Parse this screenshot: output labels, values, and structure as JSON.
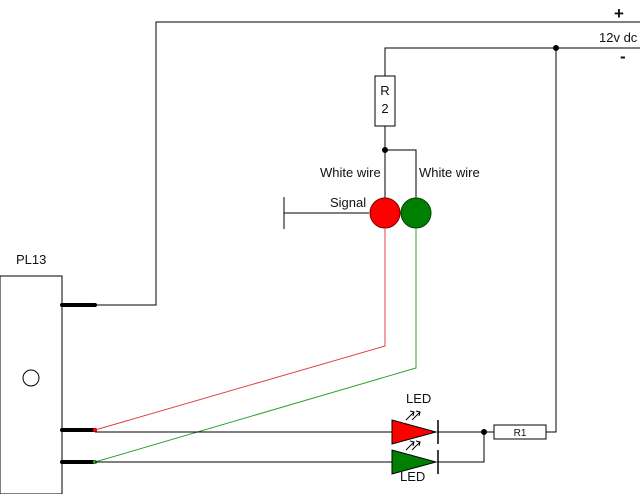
{
  "supply": {
    "plus_symbol": "+",
    "minus_symbol": "-",
    "voltage_label": "12v dc"
  },
  "module": {
    "label": "PL13"
  },
  "resistors": {
    "r2_letter": "R",
    "r2_number": "2",
    "r1_label": "R1"
  },
  "signal": {
    "label": "Signal",
    "red_wire_label": "White wire",
    "green_wire_label": "White wire"
  },
  "leds": {
    "top_label": "LED",
    "bottom_label": "LED"
  },
  "colors": {
    "wire": "#000000",
    "red_lamp": "#ff0000",
    "green_lamp": "#008000",
    "red_wire": "#e04040",
    "green_wire": "#30a030",
    "background": "#ffffff"
  }
}
